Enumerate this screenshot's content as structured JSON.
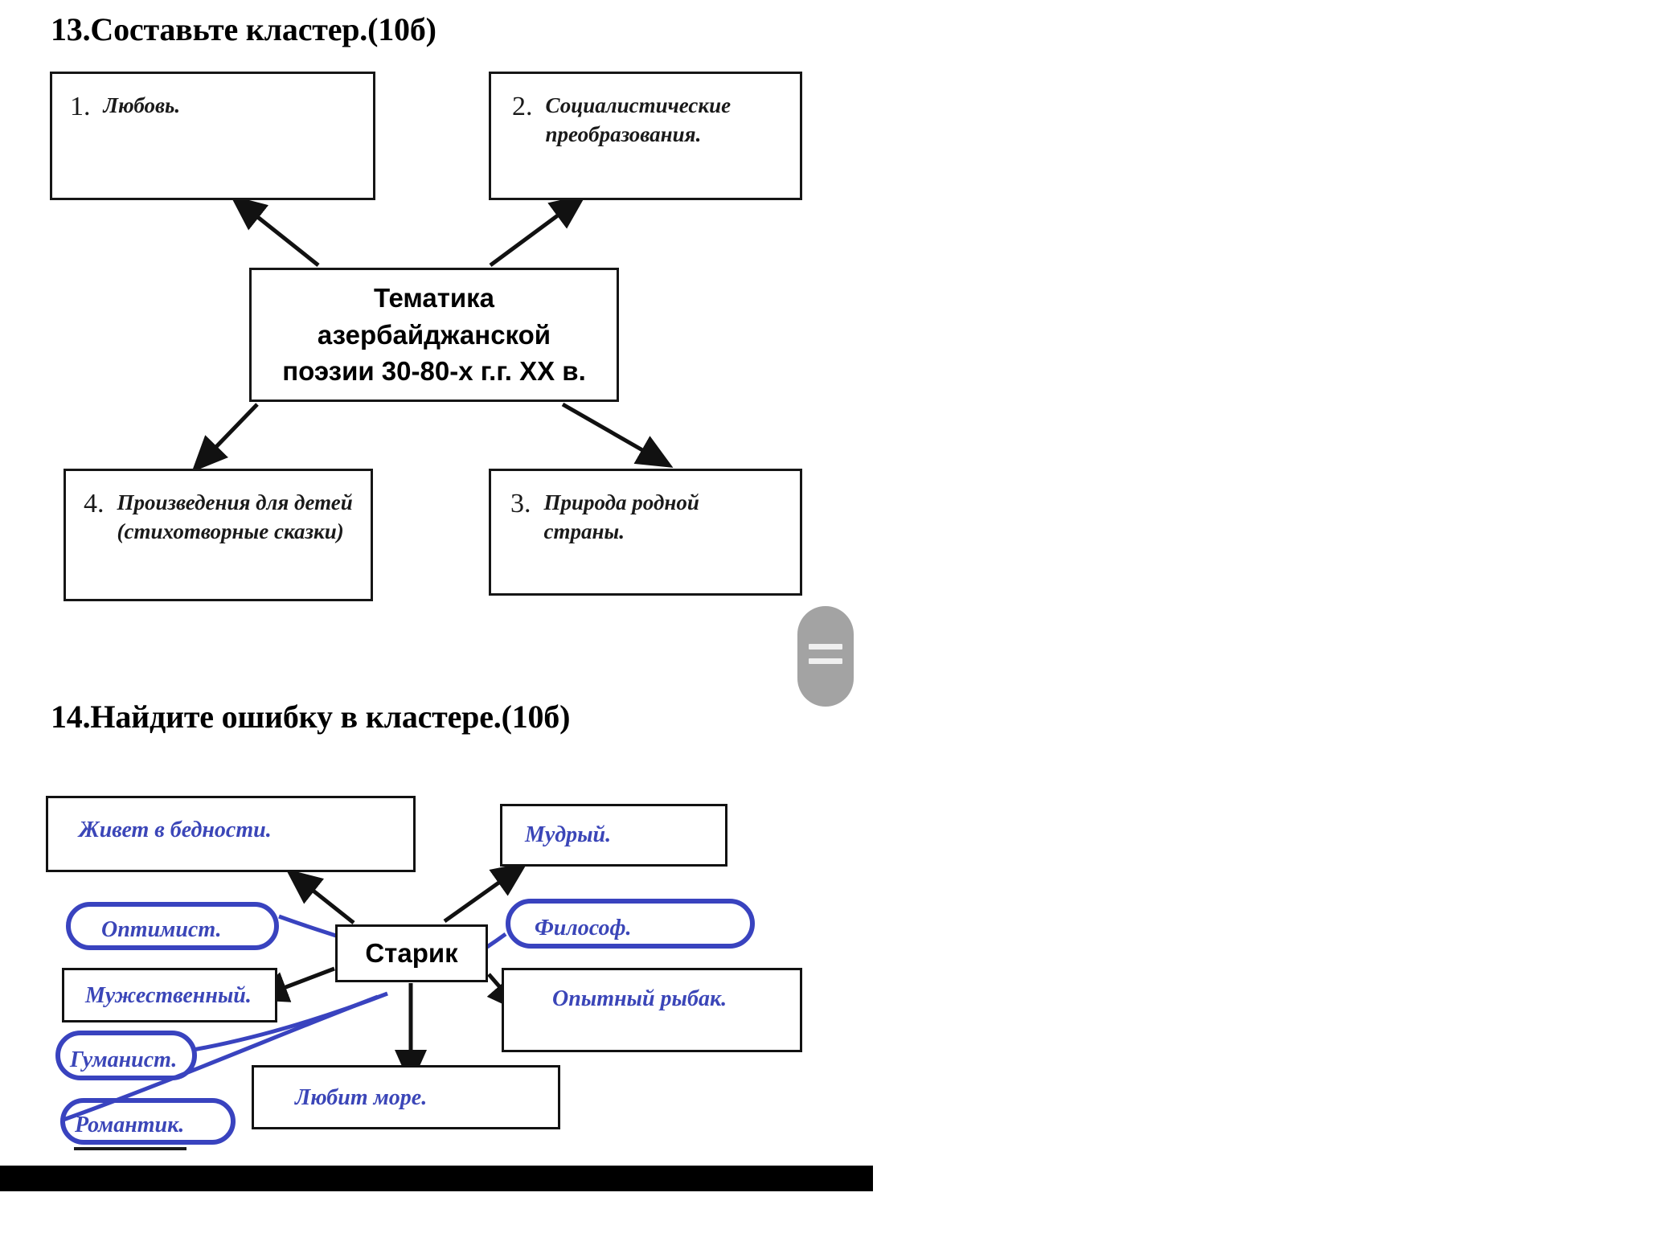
{
  "document": {
    "background_color": "#ffffff",
    "accent_blue": "#3b46b8",
    "ink_black": "#121212"
  },
  "question_13": {
    "heading": "13.Составьте кластер.(10б)",
    "center_node": "Тематика\nазербайджанской\nпоэзии 30-80-х г.г. XX в.",
    "branches": [
      {
        "number": "1.",
        "text": "Любовь.",
        "position": "top-left"
      },
      {
        "number": "2.",
        "text": "Социалистические\nпреобразования.",
        "position": "top-right"
      },
      {
        "number": "3.",
        "text": "Природа родной\nстраны.",
        "position": "bottom-right"
      },
      {
        "number": "4.",
        "text": "Произведения для детей\n(стихотворные сказки)",
        "position": "bottom-left"
      }
    ]
  },
  "question_14": {
    "heading": "14.Найдите ошибку в  кластере.(10б)",
    "center_node": "Старик",
    "printed_nodes": [
      {
        "text": "Живет в бедности.",
        "position": "top-left"
      },
      {
        "text": "Мудрый.",
        "position": "top-right"
      },
      {
        "text": "Мужественный.",
        "position": "mid-left"
      },
      {
        "text": "Опытный рыбак.",
        "position": "mid-right"
      },
      {
        "text": "Любит море.",
        "position": "bottom-center"
      }
    ],
    "annotated_nodes": [
      {
        "text": "Оптимист.",
        "position": "left-upper",
        "marking": "blue-hand-drawn-rounded-rect"
      },
      {
        "text": "Философ.",
        "position": "right-upper",
        "marking": "blue-hand-drawn-rounded-rect"
      },
      {
        "text": "Гуманист.",
        "position": "left-lower",
        "marking": "blue-hand-drawn-rounded-rect"
      },
      {
        "text": "Романтик.",
        "position": "left-bottom",
        "marking": "blue-hand-drawn-rounded-rect"
      }
    ]
  },
  "overlay": {
    "scroll_handle_icon": "drag-handle-icon",
    "bottom_bar": ""
  }
}
